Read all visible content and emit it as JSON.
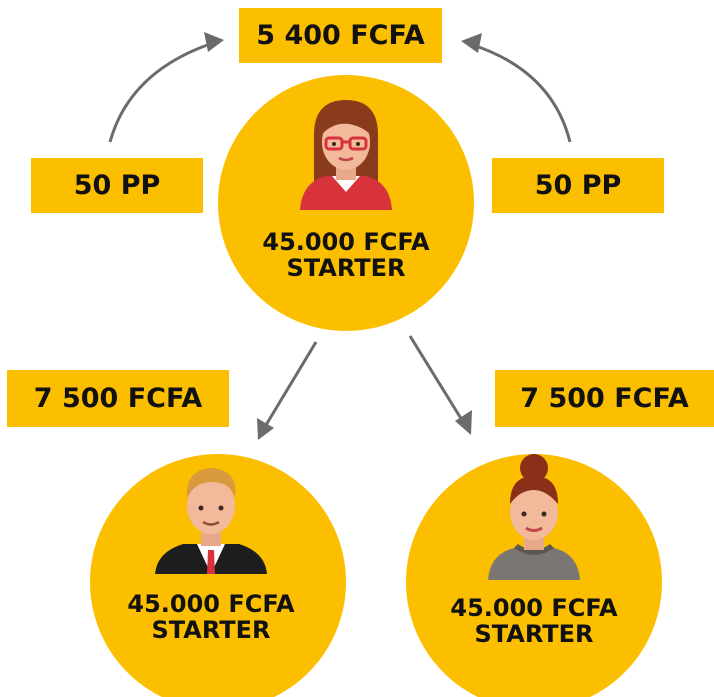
{
  "colors": {
    "accent": "#fbbf00",
    "text": "#111111",
    "arrow": "#6b6b6b"
  },
  "top_box": {
    "text": "5 400 FCFA"
  },
  "left_pp_box": {
    "text": "50 PP"
  },
  "right_pp_box": {
    "text": "50 PP"
  },
  "left_bonus_box": {
    "text": "7 500 FCFA"
  },
  "right_bonus_box": {
    "text": "7 500 FCFA"
  },
  "center_node": {
    "line1": "45.000 FCFA",
    "line2": "STARTER",
    "avatar": "woman-with-glasses-icon"
  },
  "left_node": {
    "line1": "45.000 FCFA",
    "line2": "STARTER",
    "avatar": "man-in-suit-icon"
  },
  "right_node": {
    "line1": "45.000 FCFA",
    "line2": "STARTER",
    "avatar": "woman-with-bun-icon"
  }
}
